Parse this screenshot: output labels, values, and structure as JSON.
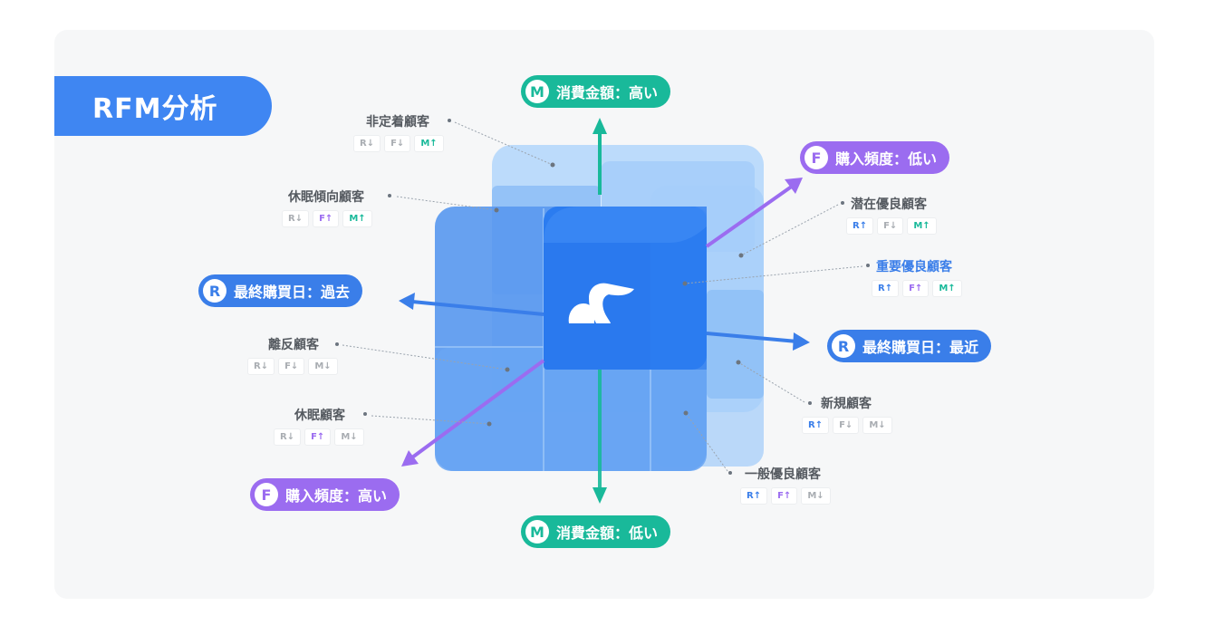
{
  "title": "RFM分析",
  "axes": {
    "m_high": {
      "badge": "M",
      "label": "消費金額：高い"
    },
    "m_low": {
      "badge": "M",
      "label": "消費金額：低い"
    },
    "f_low": {
      "badge": "F",
      "label": "購入頻度：低い"
    },
    "f_high": {
      "badge": "F",
      "label": "購入頻度：高い"
    },
    "r_past": {
      "badge": "R",
      "label": "最終購買日：過去"
    },
    "r_recent": {
      "badge": "R",
      "label": "最終購買日：最近"
    }
  },
  "segments": [
    {
      "name": "非定着顧客",
      "chips": [
        "R↓",
        "F↓",
        "M↑"
      ]
    },
    {
      "name": "休眠傾向顧客",
      "chips": [
        "R↓",
        "F↑",
        "M↑"
      ]
    },
    {
      "name": "離反顧客",
      "chips": [
        "R↓",
        "F↓",
        "M↓"
      ]
    },
    {
      "name": "休眠顧客",
      "chips": [
        "R↓",
        "F↑",
        "M↓"
      ]
    },
    {
      "name": "潜在優良顧客",
      "chips": [
        "R↑",
        "F↓",
        "M↑"
      ]
    },
    {
      "name": "重要優良顧客",
      "chips": [
        "R↑",
        "F↑",
        "M↑"
      ]
    },
    {
      "name": "新規顧客",
      "chips": [
        "R↑",
        "F↓",
        "M↓"
      ]
    },
    {
      "name": "一般優良顧客",
      "chips": [
        "R↑",
        "F↑",
        "M↓"
      ]
    }
  ],
  "colors": {
    "m": "#19b99a",
    "f": "#9b6cf0",
    "r": "#3a7ee9",
    "highlight": "#2a79ee"
  }
}
